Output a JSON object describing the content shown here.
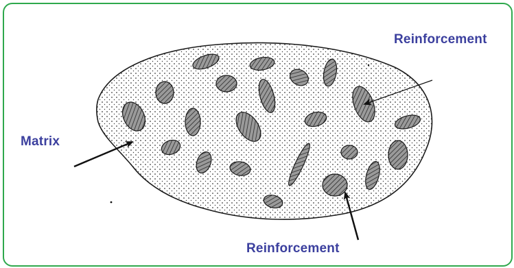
{
  "labels": {
    "matrix": "Matrix",
    "reinforcement_top": "Reinforcement",
    "reinforcement_bottom": "Reinforcement"
  },
  "colors": {
    "border": "#2ea84c",
    "label_text": "#3b3f9e",
    "outline": "#1a1a1a",
    "particle_fill": "#8a8a8a",
    "matrix_dots": "#3a3a3a"
  }
}
